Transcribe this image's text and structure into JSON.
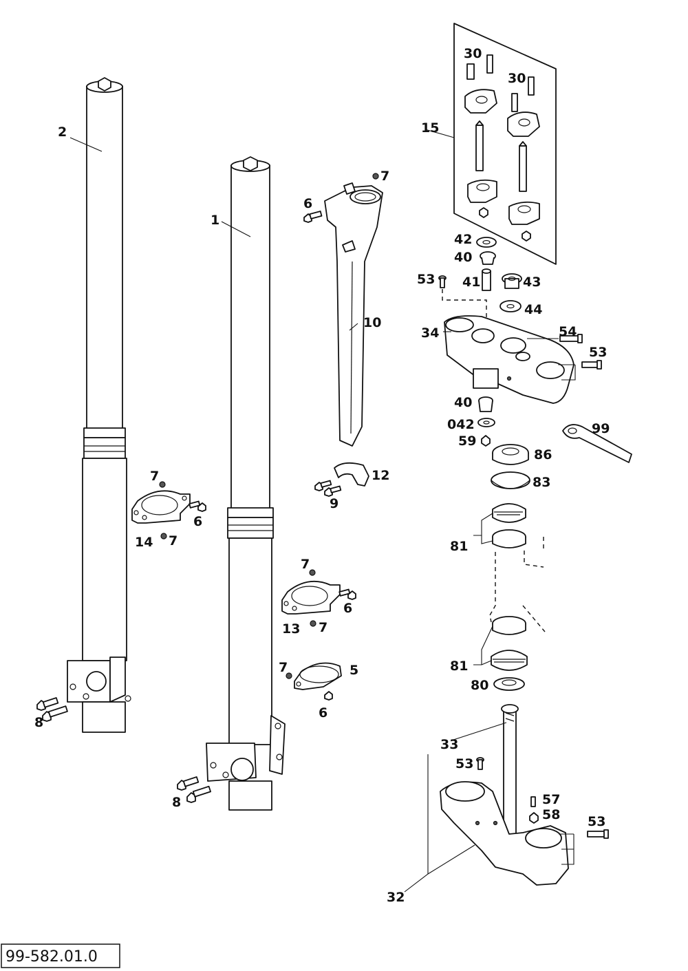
{
  "drawing_code": "99-582.01.0",
  "labels": {
    "l2": "2",
    "l1": "1",
    "l7a": "7",
    "l6a": "6",
    "l10": "10",
    "l12": "12",
    "l9": "9",
    "l7b": "7",
    "l6b": "6",
    "l14": "14",
    "l7c": "7",
    "l7d": "7",
    "l6c": "6",
    "l13": "13",
    "l7e": "7",
    "l7f": "7",
    "l5": "5",
    "l6d": "6",
    "l8a": "8",
    "l8b": "8",
    "l30a": "30",
    "l30b": "30",
    "l15": "15",
    "l42": "42",
    "l40a": "40",
    "l53a": "53",
    "l41": "41",
    "l43": "43",
    "l44": "44",
    "l34": "34",
    "l54": "54",
    "l53b": "53",
    "l40b": "40",
    "l042": "042",
    "l59": "59",
    "l99": "99",
    "l86": "86",
    "l83": "83",
    "l81a": "81",
    "l81b": "81",
    "l80": "80",
    "l33": "33",
    "l53c": "53",
    "l57": "57",
    "l58": "58",
    "l53d": "53",
    "l32": "32"
  }
}
